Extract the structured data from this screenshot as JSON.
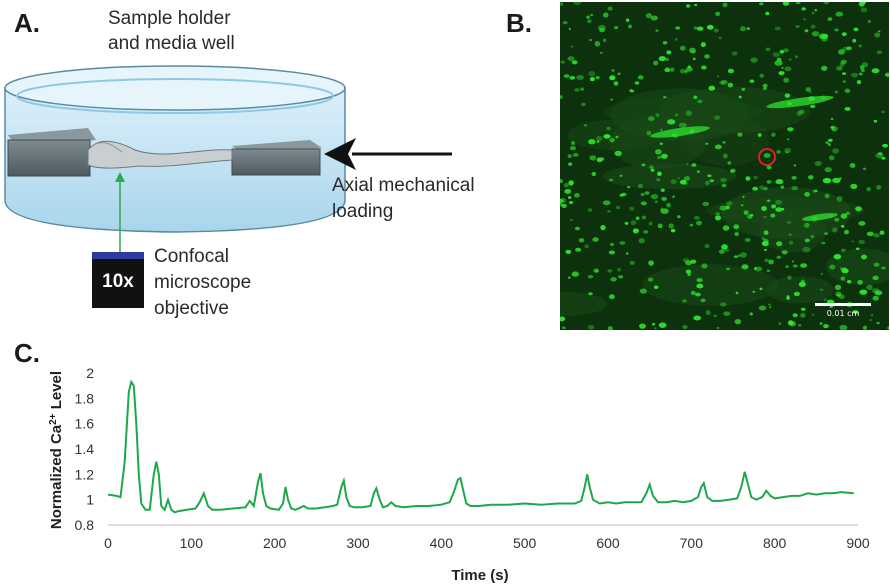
{
  "panels": {
    "a_label": "A.",
    "b_label": "B.",
    "c_label": "C."
  },
  "panel_a": {
    "holder_line1": "Sample holder",
    "holder_line2": "and media well",
    "loading_line1": "Axial mechanical",
    "loading_line2": "loading",
    "objective_line1": "Confocal",
    "objective_line2": "microscope",
    "objective_line3": "objective",
    "objective_mag": "10x"
  },
  "panel_b": {
    "scale_bar": "0.01 cm"
  },
  "colors": {
    "trace": "#1ea84a",
    "fluorescence": "#2ee62e",
    "highlight_circle": "#e0202a",
    "well_fill": "#bfe1f2",
    "clamp": "#5d6b70",
    "objective_band": "#2f3aa0"
  },
  "chart_data": {
    "type": "line",
    "title": "",
    "xlabel": "Time (s)",
    "ylabel_prefix": "Normalized Ca",
    "ylabel_sup": "2+",
    "ylabel_suffix": " Level",
    "xlim": [
      0,
      900
    ],
    "ylim": [
      0.8,
      2
    ],
    "xticks": [
      "0",
      "100",
      "200",
      "300",
      "400",
      "500",
      "600",
      "700",
      "800",
      "900"
    ],
    "yticks": [
      "0.8",
      "1",
      "1.2",
      "1.4",
      "1.6",
      "1.8",
      "2"
    ],
    "grid": false,
    "series": [
      {
        "x": [
          0,
          10,
          15,
          20,
          25,
          28,
          31,
          34,
          37,
          40,
          45,
          50,
          55,
          58,
          61,
          64,
          68,
          72,
          76,
          80,
          85,
          95,
          105,
          110,
          115,
          120,
          125,
          135,
          150,
          165,
          170,
          175,
          180,
          183,
          186,
          190,
          195,
          205,
          210,
          213,
          216,
          220,
          225,
          235,
          240,
          250,
          260,
          270,
          275,
          280,
          283,
          286,
          290,
          295,
          305,
          315,
          319,
          322,
          326,
          330,
          335,
          340,
          345,
          355,
          370,
          385,
          400,
          410,
          415,
          420,
          423,
          426,
          430,
          435,
          445,
          460,
          480,
          500,
          520,
          540,
          560,
          568,
          572,
          575,
          578,
          582,
          590,
          600,
          610,
          620,
          630,
          640,
          646,
          650,
          654,
          660,
          670,
          680,
          690,
          700,
          708,
          712,
          715,
          719,
          725,
          735,
          745,
          755,
          760,
          764,
          768,
          772,
          778,
          785,
          790,
          795,
          800,
          810,
          820,
          830,
          840,
          850,
          860,
          870,
          880,
          895
        ],
        "y": [
          1.04,
          1.03,
          1.02,
          1.3,
          1.85,
          1.93,
          1.9,
          1.6,
          1.2,
          0.97,
          0.92,
          0.92,
          1.2,
          1.3,
          1.2,
          0.95,
          0.92,
          1.0,
          0.92,
          0.9,
          0.91,
          0.92,
          0.93,
          0.98,
          1.05,
          0.95,
          0.92,
          0.92,
          0.93,
          0.94,
          0.99,
          0.95,
          1.14,
          1.21,
          1.05,
          0.95,
          0.93,
          0.92,
          0.97,
          1.1,
          1.0,
          0.93,
          0.92,
          0.95,
          0.93,
          0.93,
          0.94,
          0.95,
          0.96,
          1.1,
          1.15,
          1.02,
          0.95,
          0.94,
          0.94,
          0.95,
          1.05,
          1.09,
          1.0,
          0.94,
          0.95,
          0.98,
          0.95,
          0.94,
          0.95,
          0.95,
          0.96,
          0.98,
          1.06,
          1.16,
          1.17,
          1.08,
          0.97,
          0.95,
          0.95,
          0.96,
          0.96,
          0.97,
          0.96,
          0.97,
          0.97,
          0.99,
          1.1,
          1.2,
          1.1,
          1.0,
          0.97,
          0.98,
          0.97,
          0.98,
          0.98,
          0.98,
          1.05,
          1.12,
          1.03,
          0.98,
          0.98,
          0.99,
          0.98,
          0.99,
          1.02,
          1.1,
          1.13,
          1.02,
          0.99,
          0.99,
          1.0,
          1.01,
          1.1,
          1.22,
          1.12,
          1.02,
          1.0,
          1.02,
          1.07,
          1.03,
          1.01,
          1.02,
          1.03,
          1.03,
          1.05,
          1.04,
          1.05,
          1.05,
          1.06,
          1.05
        ]
      }
    ]
  }
}
